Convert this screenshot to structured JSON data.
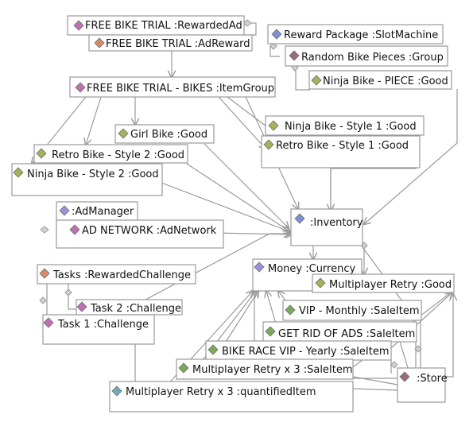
{
  "diagram": {
    "nodes": [
      {
        "id": "free_bike_trial_rewarded_ad",
        "label": "FREE BIKE TRIAL :RewardedAd",
        "icon": "magenta-diamond-icon",
        "color": "#c070b0"
      },
      {
        "id": "free_bike_trial_ad_reward",
        "label": "FREE BIKE TRIAL :AdReward",
        "icon": "orange-diamond-icon",
        "color": "#d88a68"
      },
      {
        "id": "free_bike_trial_bikes",
        "label": "FREE BIKE TRIAL - BIKES :ItemGroup",
        "icon": "magenta-diamond-icon",
        "color": "#c070b0"
      },
      {
        "id": "reward_package",
        "label": "Reward Package :SlotMachine",
        "icon": "blue-diamond-icon",
        "color": "#7f8ed6"
      },
      {
        "id": "random_bike_pieces",
        "label": "Random Bike Pieces :Group",
        "icon": "maroon-diamond-icon",
        "color": "#9b6a82"
      },
      {
        "id": "ninja_bike_piece",
        "label": "Ninja Bike - PIECE :Good",
        "icon": "olive-diamond-icon",
        "color": "#a7b05b"
      },
      {
        "id": "girl_bike",
        "label": "Girl Bike :Good",
        "icon": "olive-diamond-icon",
        "color": "#a7b05b"
      },
      {
        "id": "ninja_bike_style_1",
        "label": "Ninja Bike - Style 1 :Good",
        "icon": "olive-diamond-icon",
        "color": "#a7b05b"
      },
      {
        "id": "retro_bike_style_2",
        "label": "Retro Bike - Style 2 :Good",
        "icon": "olive-diamond-icon",
        "color": "#a7b05b"
      },
      {
        "id": "retro_bike_style_1",
        "label": "Retro Bike - Style 1 :Good",
        "icon": "olive-diamond-icon",
        "color": "#a7b05b"
      },
      {
        "id": "ninja_bike_style_2",
        "label": "Ninja Bike - Style 2 :Good",
        "icon": "olive-diamond-icon",
        "color": "#a7b05b"
      },
      {
        "id": "ad_manager",
        "label": ":AdManager",
        "icon": "violet-diamond-icon",
        "color": "#9d8fd8"
      },
      {
        "id": "ad_network",
        "label": "AD NETWORK :AdNetwork",
        "icon": "magenta-diamond-icon",
        "color": "#c070b0"
      },
      {
        "id": "inventory",
        "label": ":Inventory",
        "icon": "blue-diamond-icon",
        "color": "#7f8ed6"
      },
      {
        "id": "tasks",
        "label": "Tasks :RewardedChallenge",
        "icon": "orange-diamond-icon",
        "color": "#d88a68"
      },
      {
        "id": "task_2",
        "label": "Task 2 :Challenge",
        "icon": "magenta-diamond-icon",
        "color": "#c070b0"
      },
      {
        "id": "task_1",
        "label": "Task 1 :Challenge",
        "icon": "magenta-diamond-icon",
        "color": "#c070b0"
      },
      {
        "id": "money",
        "label": "Money :Currency",
        "icon": "violet-diamond-icon",
        "color": "#9d8fd8"
      },
      {
        "id": "multiplayer_retry",
        "label": "Multiplayer Retry :Good",
        "icon": "olive-diamond-icon",
        "color": "#a7b05b"
      },
      {
        "id": "vip_monthly",
        "label": "VIP - Monthly :SaleItem",
        "icon": "green-diamond-icon",
        "color": "#7aaa59"
      },
      {
        "id": "get_rid_of_ads",
        "label": "GET RID OF ADS :SaleItem",
        "icon": "green-diamond-icon",
        "color": "#7aaa59"
      },
      {
        "id": "bike_race_vip_yearly",
        "label": "BIKE RACE VIP - Yearly :SaleItem",
        "icon": "green-diamond-icon",
        "color": "#7aaa59"
      },
      {
        "id": "multiplayer_retry_x3_sale",
        "label": "Multiplayer Retry x 3 :SaleItem",
        "icon": "green-diamond-icon",
        "color": "#7aaa59"
      },
      {
        "id": "store",
        "label": ":Store",
        "icon": "maroon-diamond-icon",
        "color": "#9b6a82"
      },
      {
        "id": "multiplayer_retry_x3_quantified",
        "label": "Multiplayer Retry x 3 :quantifiedItem",
        "icon": "teal-diamond-icon",
        "color": "#73a9b5"
      }
    ]
  }
}
